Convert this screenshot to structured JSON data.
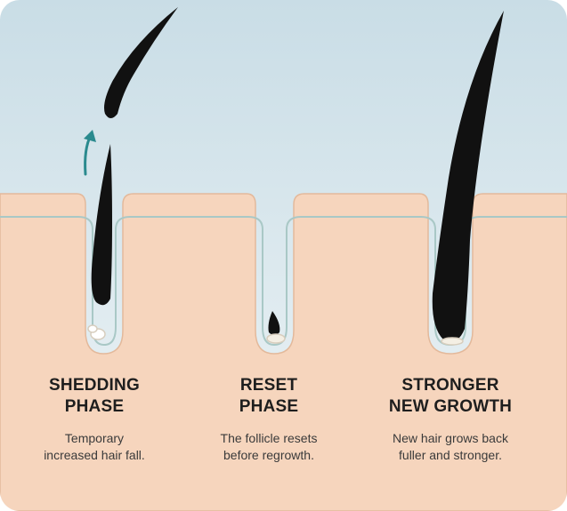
{
  "colors": {
    "sky_top": "#c8dde6",
    "sky_bottom": "#eef4f6",
    "skin": "#f6d5bd",
    "skin_edge": "#e3b99b",
    "follicle_line": "#a9c8c6",
    "hair": "#111111",
    "arrow": "#2a8a8e"
  },
  "phases": [
    {
      "title_line1": "SHEDDING",
      "title_line2": "PHASE",
      "desc_line1": "Temporary",
      "desc_line2": "increased hair fall."
    },
    {
      "title_line1": "RESET",
      "title_line2": "PHASE",
      "desc_line1": "The follicle resets",
      "desc_line2": "before regrowth."
    },
    {
      "title_line1": "STRONGER",
      "title_line2": "NEW GROWTH",
      "desc_line1": "New hair grows back",
      "desc_line2": "fuller and stronger."
    }
  ]
}
